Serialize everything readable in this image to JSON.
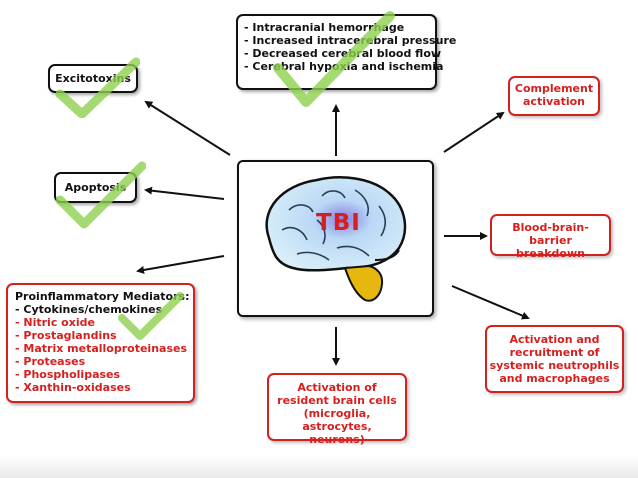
{
  "center": {
    "label": "TBI"
  },
  "boxes": {
    "excitotoxins": "Excitotoxins",
    "apoptosis": "Apoptosis",
    "pressure_list": [
      "- Intracranial hemorrhage",
      "- Increased intracerebral pressure",
      "- Decreased cerebral blood flow",
      "- Cerebral hypoxia and ischemia"
    ],
    "complement": [
      "Complement",
      "activation"
    ],
    "bbb": [
      "Blood-brain-barrier",
      "breakdown"
    ],
    "neutrophils": [
      "Activation and",
      "recruitment of",
      "systemic neutrophils",
      "and macrophages"
    ],
    "resident": [
      "Activation of",
      "resident brain cells",
      "(microglia, astrocytes,",
      "neurons)"
    ],
    "mediators": {
      "title": "Proinflammatory Mediators:",
      "black_items": [
        "- Cytokines/chemokines"
      ],
      "red_items": [
        "- Nitric oxide",
        "- Prostaglandins",
        "- Matrix metalloproteinases",
        "- Proteases",
        "- Phospholipases",
        "- Xanthin-oxidases"
      ]
    }
  },
  "colors": {
    "red": "#d4201f",
    "black": "#111111",
    "check_green": "#8fd14f",
    "brain_blue": "#bfe4f5",
    "cerebellum_yellow": "#e6b80f"
  },
  "icons": [
    "checkmark-icon",
    "brain-icon"
  ]
}
